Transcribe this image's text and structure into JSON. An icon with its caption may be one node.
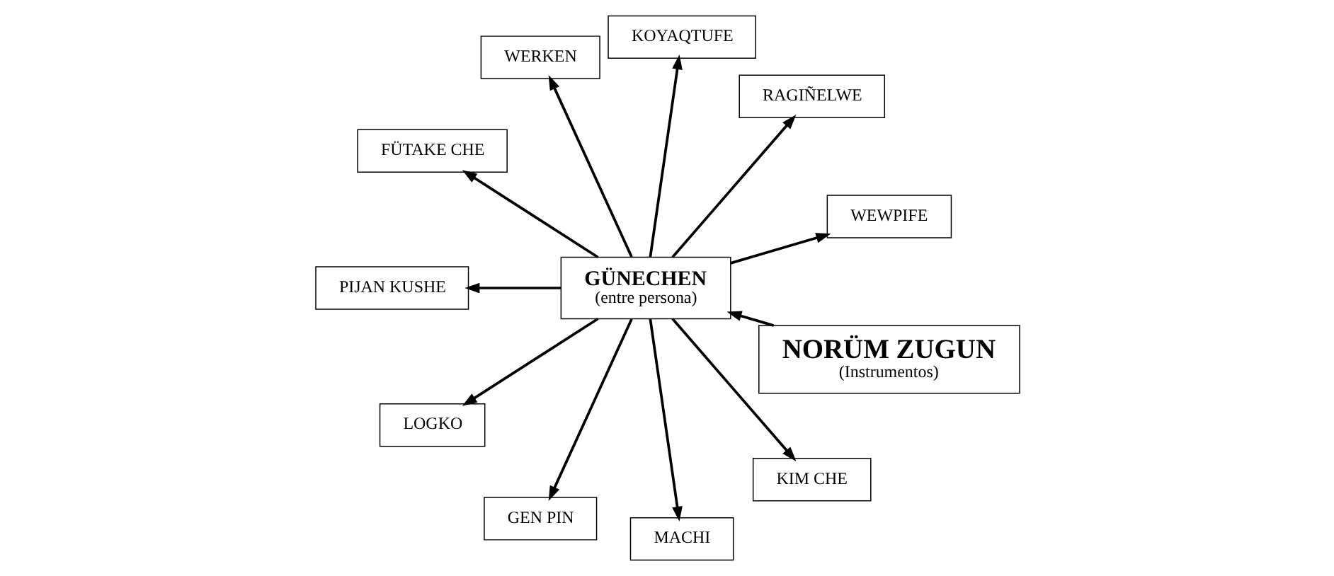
{
  "diagram": {
    "nodes": [
      {
        "text": [
          "NORÜM ZUGUN",
          "(Instrumentos)"
        ]
      },
      {
        "text": [
          "WEWPIFE"
        ]
      },
      {
        "text": [
          "GÜNECHEN",
          "(entre persona)"
        ]
      },
      {
        "text": [
          "RAGIÑELWE"
        ]
      },
      {
        "text": [
          "KOYAQTUFE"
        ]
      },
      {
        "text": [
          "WERKEN"
        ]
      },
      {
        "text": [
          "FÜTAKE CHE"
        ]
      },
      {
        "text": [
          "PIJAN KUSHE"
        ]
      },
      {
        "text": [
          "LOGKO"
        ]
      },
      {
        "text": [
          "GEN PIN"
        ]
      },
      {
        "text": [
          "MACHI"
        ]
      },
      {
        "text": [
          "KIM CHE"
        ]
      }
    ],
    "edges": [
      {
        "from": 0,
        "to": 2,
        "arrow": "to"
      },
      {
        "from": 2,
        "to": 1,
        "arrow": "to"
      },
      {
        "from": 2,
        "to": 4,
        "arrow": "to"
      },
      {
        "from": 2,
        "to": 6,
        "arrow": "to"
      },
      {
        "from": 2,
        "to": 11,
        "arrow": "to"
      },
      {
        "from": 2,
        "to": 8,
        "arrow": "to"
      },
      {
        "from": 2,
        "to": 9,
        "arrow": "to"
      },
      {
        "from": 2,
        "to": 10,
        "arrow": "to"
      },
      {
        "from": 2,
        "to": 7,
        "arrow": "to"
      },
      {
        "from": 2,
        "to": 5,
        "arrow": "to"
      },
      {
        "from": 2,
        "to": 3,
        "arrow": "to"
      }
    ]
  }
}
